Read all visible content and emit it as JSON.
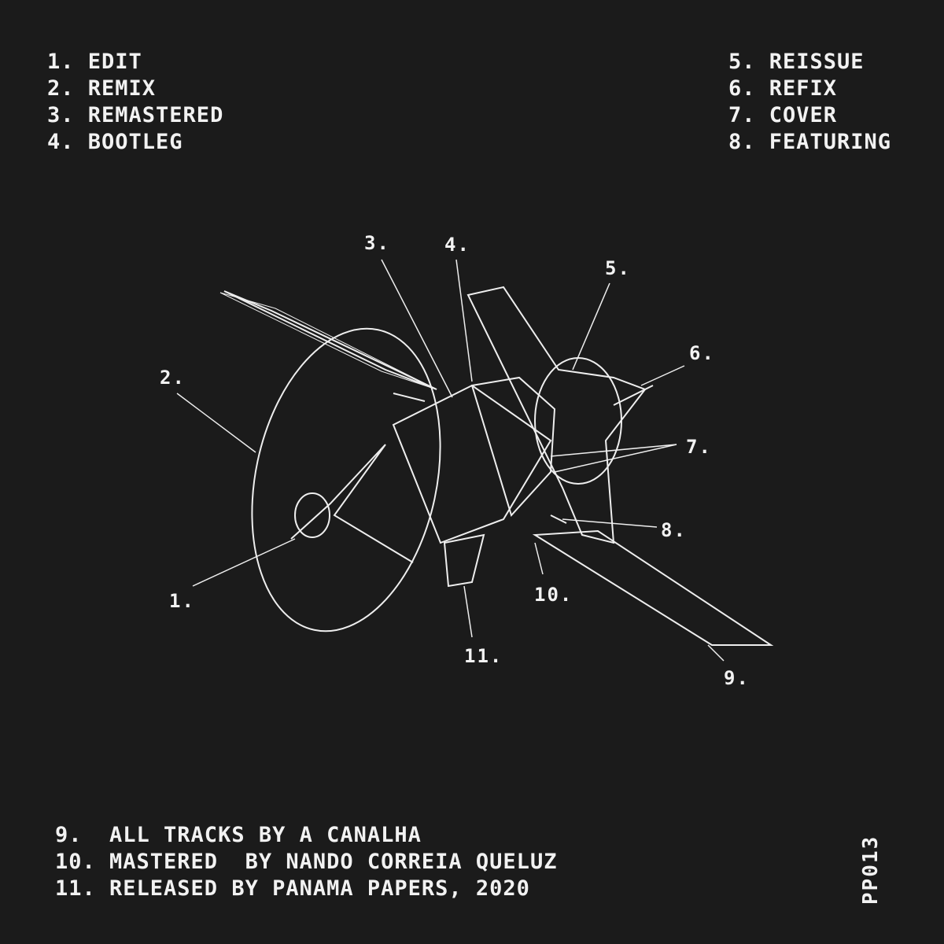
{
  "left_list": [
    "1. EDIT",
    "2. REMIX",
    "3. REMASTERED",
    "4. BOOTLEG"
  ],
  "right_list": [
    "5. REISSUE",
    "6. REFIX",
    "7. COVER",
    "8. FEATURING"
  ],
  "diagram_labels": [
    "1.",
    "2.",
    "3.",
    "4.",
    "5.",
    "6.",
    "7.",
    "8.",
    "9.",
    "10.",
    "11."
  ],
  "credits": [
    "9.  ALL TRACKS BY A CANALHA",
    "10. MASTERED  BY NANDO CORREIA QUELUZ",
    "11. RELEASED BY PANAMA PAPERS, 2020"
  ],
  "catalog_number": "PP013"
}
